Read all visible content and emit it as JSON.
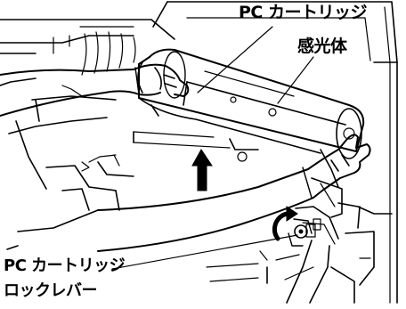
{
  "labels": {
    "pc_cartridge": "PC カートリッジ",
    "drum": "感光体",
    "lock_lever_line1": "PC カートリッジ",
    "lock_lever_line2": "ロックレバー"
  },
  "colors": {
    "ink": "#000000",
    "background": "#ffffff"
  },
  "icons": {
    "up_arrow": "up-arrow-icon",
    "rotate_arrow": "rotate-arrow-icon"
  }
}
